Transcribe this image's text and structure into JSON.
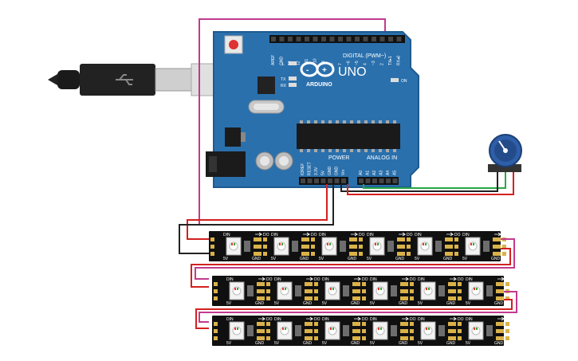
{
  "board": {
    "model": "UNO",
    "brand": "ARDUINO",
    "on_label": "ON",
    "tx_label": "TX",
    "rx_label": "RX",
    "l_label": "L",
    "digital_header": "DIGITAL (PWM~)",
    "power_header": "POWER",
    "analog_header": "ANALOG IN",
    "digital_pins": [
      "AREF",
      "GND",
      "13",
      "12",
      "~11",
      "~10",
      "~9",
      "8",
      "7",
      "~6",
      "~5",
      "4",
      "~3",
      "2",
      "TX▸1",
      "RX◂0"
    ],
    "power_pins": [
      "IOREF",
      "RESET",
      "3.3V",
      "5V",
      "GND",
      "GND",
      "Vin"
    ],
    "analog_pins": [
      "A0",
      "A1",
      "A2",
      "A3",
      "A4",
      "A5"
    ]
  },
  "strip": {
    "pin_labels": [
      "DIN",
      "DO",
      "5V",
      "GND"
    ]
  },
  "colors": {
    "board": "#2a70ad",
    "board_edge": "#1f5a8e",
    "strip": "#101010",
    "wire_red": "#d42020",
    "wire_black": "#222222",
    "wire_green": "#28a745",
    "wire_magenta": "#c23a8e",
    "pot": "#2e5fa8",
    "cable": "#333333"
  }
}
